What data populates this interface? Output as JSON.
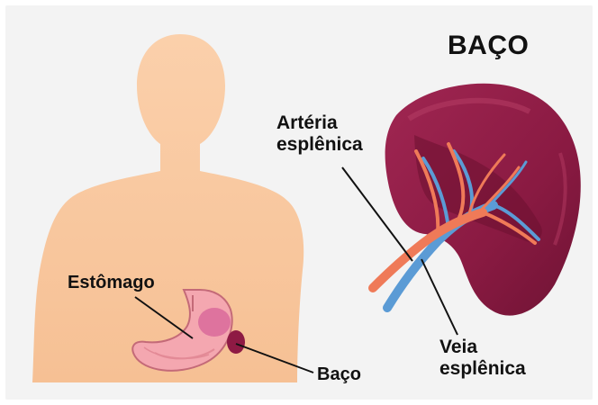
{
  "labels": {
    "title": "BAÇO",
    "splenic_artery_line1": "Artéria",
    "splenic_artery_line2": "esplênica",
    "splenic_vein_line1": "Veia",
    "splenic_vein_line2": "esplênica",
    "stomach": "Estômago",
    "spleen": "Baço"
  },
  "colors": {
    "background_panel": "#f3f3f3",
    "body_silhouette": "#f9c9a0",
    "spleen": "#8e1a44",
    "spleen_highlight": "#b33a62",
    "artery": "#ef7a58",
    "vein": "#5b9bd5",
    "stomach": "#f4a7b0",
    "leader_line": "#111111"
  }
}
